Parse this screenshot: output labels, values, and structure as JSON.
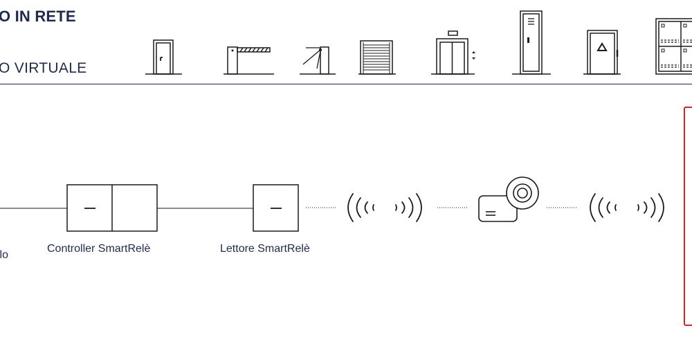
{
  "header": {
    "title_network": "O IN RETE",
    "title_virtual": "O VIRTUALE"
  },
  "header_icons": [
    "door-icon",
    "barrier-gate-icon",
    "turnstile-icon",
    "rolling-shutter-icon",
    "elevator-icon",
    "server-cabinet-icon",
    "safe-door-icon",
    "locker-cabinet-icon"
  ],
  "diagram": {
    "label_left": "llo",
    "label_controller": "Controller SmartRelè",
    "label_reader": "Lettore SmartRelè"
  },
  "colors": {
    "navy": "#1f2a4d",
    "line": "#1a1a1a",
    "accent_red": "#c8262e"
  }
}
